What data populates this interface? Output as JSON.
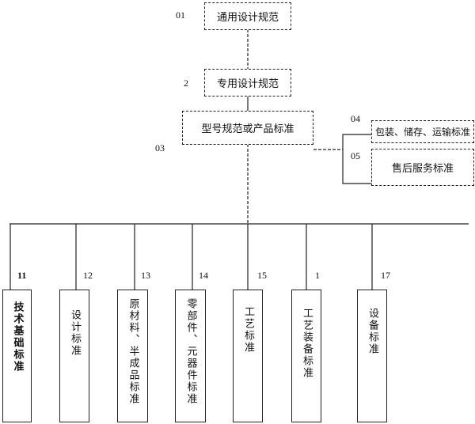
{
  "top_boxes": [
    {
      "code": "01",
      "label": "通用设计规范"
    },
    {
      "code": "2",
      "label": "专用设计规范"
    },
    {
      "code": "03",
      "label": "型号规范或产品标准"
    }
  ],
  "side_boxes": [
    {
      "code": "04",
      "label": "包装、储存、运输标准"
    },
    {
      "code": "05",
      "label": "售后服务标准"
    }
  ],
  "bottom_boxes": [
    {
      "code": "11",
      "label": "技术基础标准"
    },
    {
      "code": "12",
      "label": "设计标准"
    },
    {
      "code": "13",
      "label": "原材料、半成品标准"
    },
    {
      "code": "14",
      "label": "零部件、元器件标准"
    },
    {
      "code": "15",
      "label": "工艺标准"
    },
    {
      "code": "1",
      "label": "工艺装备标准"
    },
    {
      "code": "17",
      "label": "设备标准"
    }
  ]
}
